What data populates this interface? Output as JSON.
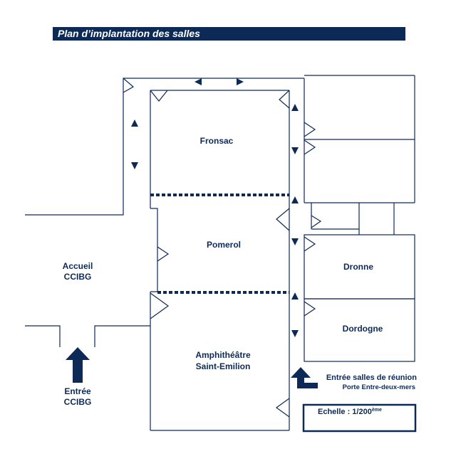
{
  "header": {
    "title": "Plan d’implantation des salles"
  },
  "rooms": {
    "fronsac": "Fronsac",
    "pomerol": "Pomerol",
    "dronne": "Dronne",
    "dordogne": "Dordogne",
    "amphi_line1": "Amphithéâtre",
    "amphi_line2": "Saint-Emilion"
  },
  "accueil": {
    "line1": "Accueil",
    "line2": "CCIBG"
  },
  "entree": {
    "line1": "Entrée",
    "line2": "CCIBG"
  },
  "entree_salles": {
    "line1": "Entrée salles de réunion",
    "line2": "Porte Entre-deux-mers"
  },
  "scale": {
    "label": "Echelle : 1/200",
    "suffix": "ème"
  },
  "colors": {
    "ink": "#0d2a57",
    "wall": "#0d2a57",
    "background": "#ffffff"
  }
}
